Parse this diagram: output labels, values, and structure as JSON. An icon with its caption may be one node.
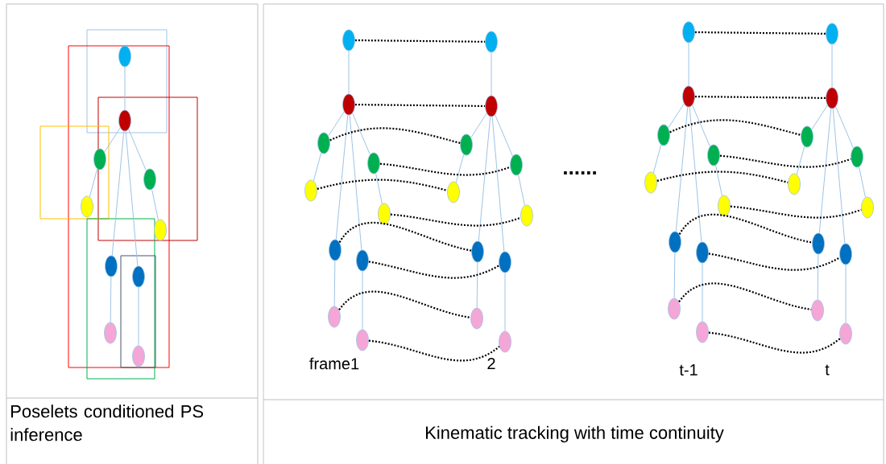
{
  "diagram": {
    "nodes": [
      {
        "text": [],
        "shape": "ellipse"
      },
      {
        "text": [],
        "shape": "ellipse"
      },
      {
        "text": [],
        "shape": "ellipse"
      },
      {
        "text": [],
        "shape": "ellipse"
      },
      {
        "text": [],
        "shape": "ellipse"
      },
      {
        "text": [],
        "shape": "ellipse"
      },
      {
        "text": [],
        "shape": "ellipse"
      },
      {
        "text": [],
        "shape": "ellipse"
      },
      {
        "text": [],
        "shape": "ellipse"
      },
      {
        "text": [],
        "shape": "ellipse"
      },
      {
        "text": [],
        "shape": "ellipse"
      },
      {
        "text": [],
        "shape": "ellipse"
      },
      {
        "text": [],
        "shape": "ellipse"
      },
      {
        "text": [],
        "shape": "ellipse"
      },
      {
        "text": [],
        "shape": "ellipse"
      },
      {
        "text": [],
        "shape": "ellipse"
      },
      {
        "text": [],
        "shape": "ellipse"
      },
      {
        "text": [],
        "shape": "ellipse"
      },
      {
        "text": [],
        "shape": "ellipse"
      },
      {
        "text": [],
        "shape": "ellipse"
      },
      {
        "text": [],
        "shape": "ellipse"
      },
      {
        "text": [],
        "shape": "ellipse"
      },
      {
        "text": [],
        "shape": "ellipse"
      },
      {
        "text": [],
        "shape": "ellipse"
      },
      {
        "text": [],
        "shape": "ellipse"
      },
      {
        "text": [],
        "shape": "ellipse"
      },
      {
        "text": [],
        "shape": "ellipse"
      },
      {
        "text": [],
        "shape": "ellipse"
      },
      {
        "text": [],
        "shape": "ellipse"
      },
      {
        "text": [],
        "shape": "ellipse"
      },
      {
        "text": [],
        "shape": "ellipse"
      },
      {
        "text": [],
        "shape": "ellipse"
      },
      {
        "text": [],
        "shape": "ellipse"
      },
      {
        "text": [],
        "shape": "ellipse"
      },
      {
        "text": [],
        "shape": "ellipse"
      },
      {
        "text": [],
        "shape": "ellipse"
      },
      {
        "text": [],
        "shape": "ellipse"
      },
      {
        "text": [],
        "shape": "ellipse"
      },
      {
        "text": [],
        "shape": "ellipse"
      },
      {
        "text": [],
        "shape": "ellipse"
      },
      {
        "text": [],
        "shape": "ellipse"
      },
      {
        "text": [],
        "shape": "ellipse"
      },
      {
        "text": [],
        "shape": "ellipse"
      },
      {
        "text": [],
        "shape": "ellipse"
      },
      {
        "text": [],
        "shape": "ellipse"
      },
      {
        "text": [],
        "shape": "ellipse"
      },
      {
        "text": [],
        "shape": "ellipse"
      },
      {
        "text": [],
        "shape": "ellipse"
      },
      {
        "text": [],
        "shape": "ellipse"
      },
      {
        "text": [],
        "shape": "ellipse"
      }
    ],
    "edges": [
      {
        "from": 0,
        "to": 1,
        "arrow": "none"
      },
      {
        "from": 1,
        "to": 2,
        "arrow": "none"
      },
      {
        "from": 1,
        "to": 3,
        "arrow": "none"
      },
      {
        "from": 2,
        "to": 4,
        "arrow": "none"
      },
      {
        "from": 3,
        "to": 5,
        "arrow": "none"
      },
      {
        "from": 1,
        "to": 6,
        "arrow": "none"
      },
      {
        "from": 1,
        "to": 7,
        "arrow": "none"
      },
      {
        "from": 6,
        "to": 8,
        "arrow": "none"
      },
      {
        "from": 7,
        "to": 9,
        "arrow": "none"
      },
      {
        "from": 10,
        "to": 11,
        "arrow": "none"
      },
      {
        "from": 11,
        "to": 12,
        "arrow": "none"
      },
      {
        "from": 11,
        "to": 13,
        "arrow": "none"
      },
      {
        "from": 12,
        "to": 14,
        "arrow": "none"
      },
      {
        "from": 13,
        "to": 15,
        "arrow": "none"
      },
      {
        "from": 11,
        "to": 16,
        "arrow": "none"
      },
      {
        "from": 11,
        "to": 17,
        "arrow": "none"
      },
      {
        "from": 16,
        "to": 18,
        "arrow": "none"
      },
      {
        "from": 17,
        "to": 19,
        "arrow": "none"
      },
      {
        "from": 20,
        "to": 21,
        "arrow": "none"
      },
      {
        "from": 21,
        "to": 22,
        "arrow": "none"
      },
      {
        "from": 21,
        "to": 23,
        "arrow": "none"
      },
      {
        "from": 22,
        "to": 24,
        "arrow": "none"
      },
      {
        "from": 23,
        "to": 25,
        "arrow": "none"
      },
      {
        "from": 21,
        "to": 26,
        "arrow": "none"
      },
      {
        "from": 21,
        "to": 27,
        "arrow": "none"
      },
      {
        "from": 26,
        "to": 28,
        "arrow": "none"
      },
      {
        "from": 27,
        "to": 29,
        "arrow": "none"
      },
      {
        "from": 30,
        "to": 31,
        "arrow": "none"
      },
      {
        "from": 31,
        "to": 32,
        "arrow": "none"
      },
      {
        "from": 31,
        "to": 33,
        "arrow": "none"
      },
      {
        "from": 32,
        "to": 34,
        "arrow": "none"
      },
      {
        "from": 33,
        "to": 35,
        "arrow": "none"
      },
      {
        "from": 31,
        "to": 36,
        "arrow": "none"
      },
      {
        "from": 31,
        "to": 37,
        "arrow": "none"
      },
      {
        "from": 36,
        "to": 38,
        "arrow": "none"
      },
      {
        "from": 37,
        "to": 39,
        "arrow": "none"
      },
      {
        "from": 40,
        "to": 41,
        "arrow": "none"
      },
      {
        "from": 41,
        "to": 42,
        "arrow": "none"
      },
      {
        "from": 41,
        "to": 43,
        "arrow": "none"
      },
      {
        "from": 42,
        "to": 44,
        "arrow": "none"
      },
      {
        "from": 43,
        "to": 45,
        "arrow": "none"
      },
      {
        "from": 41,
        "to": 46,
        "arrow": "none"
      },
      {
        "from": 41,
        "to": 47,
        "arrow": "none"
      },
      {
        "from": 46,
        "to": 48,
        "arrow": "none"
      },
      {
        "from": 47,
        "to": 49,
        "arrow": "none"
      },
      {
        "from": 10,
        "to": 20,
        "arrow": "none",
        "style": "dashed",
        "color": "#000000"
      },
      {
        "from": 11,
        "to": 21,
        "arrow": "none",
        "style": "dashed",
        "color": "#000000"
      },
      {
        "from": 12,
        "to": 22,
        "arrow": "none",
        "style": "dashed",
        "color": "#000000"
      },
      {
        "from": 13,
        "to": 23,
        "arrow": "none",
        "style": "dashed",
        "color": "#000000"
      },
      {
        "from": 14,
        "to": 24,
        "arrow": "none",
        "style": "dashed",
        "color": "#000000"
      },
      {
        "from": 15,
        "to": 25,
        "arrow": "none",
        "style": "dashed",
        "color": "#000000"
      },
      {
        "from": 16,
        "to": 26,
        "arrow": "none",
        "style": "dashed",
        "color": "#000000"
      },
      {
        "from": 17,
        "to": 27,
        "arrow": "none",
        "style": "dashed",
        "color": "#000000"
      },
      {
        "from": 18,
        "to": 28,
        "arrow": "none",
        "style": "dashed",
        "color": "#000000"
      },
      {
        "from": 19,
        "to": 29,
        "arrow": "none",
        "style": "dashed",
        "color": "#000000"
      },
      {
        "from": 30,
        "to": 40,
        "arrow": "none",
        "style": "dashed",
        "color": "#000000"
      },
      {
        "from": 31,
        "to": 41,
        "arrow": "none",
        "style": "dashed",
        "color": "#000000"
      },
      {
        "from": 32,
        "to": 42,
        "arrow": "none",
        "style": "dashed",
        "color": "#000000"
      },
      {
        "from": 33,
        "to": 43,
        "arrow": "none",
        "style": "dashed",
        "color": "#000000"
      },
      {
        "from": 34,
        "to": 44,
        "arrow": "none",
        "style": "dashed",
        "color": "#000000"
      },
      {
        "from": 35,
        "to": 45,
        "arrow": "none",
        "style": "dashed",
        "color": "#000000"
      },
      {
        "from": 36,
        "to": 46,
        "arrow": "none",
        "style": "dashed",
        "color": "#000000"
      },
      {
        "from": 37,
        "to": 47,
        "arrow": "none",
        "style": "dashed",
        "color": "#000000"
      },
      {
        "from": 38,
        "to": 48,
        "arrow": "none",
        "style": "dashed",
        "color": "#000000"
      },
      {
        "from": 39,
        "to": 49,
        "arrow": "none",
        "style": "dashed",
        "color": "#000000"
      }
    ],
    "labels": [
      "......",
      "frame1",
      "2",
      "t-1",
      "t",
      "Poselets conditioned PS inference",
      "Kinematic tracking with time continuity"
    ]
  }
}
